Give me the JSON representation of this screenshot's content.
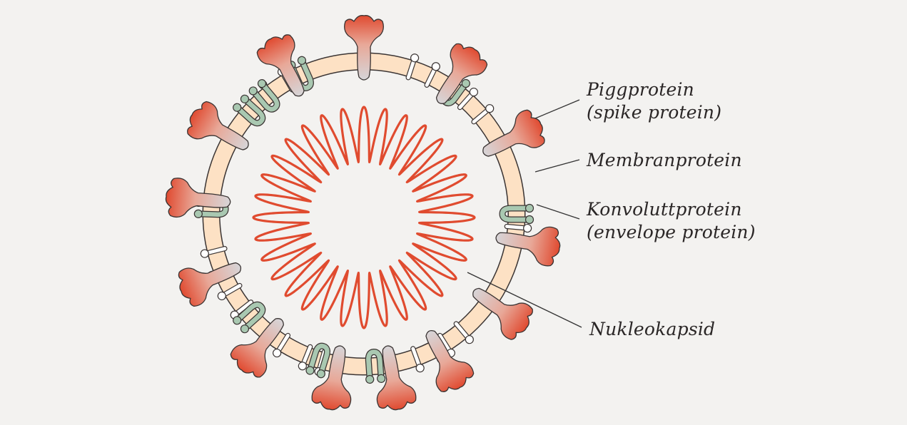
{
  "colors": {
    "background": "#f3f2f0",
    "membrane": "#fde1c4",
    "outline": "#3a3433",
    "nucleocapsid": "#e04b2f",
    "membrane_protein": "#a9c8b1",
    "envelope_protein": "#ffffff",
    "spike_tip": "#e04a30",
    "spike_stem": "#d6d5d8",
    "leader_line": "#333333"
  },
  "labels": {
    "spike": {
      "line1": "Piggprotein",
      "line2": "(spike protein)"
    },
    "membrane": {
      "line1": "Membranprotein"
    },
    "envelope": {
      "line1": "Konvoluttprotein",
      "line2": "(envelope protein)"
    },
    "nucleocapsid": {
      "line1": "Nukleokapsid"
    }
  },
  "structure": {
    "nucleocapsid_petals": 32,
    "spike_count": 13,
    "membrane_protein_count": 9,
    "envelope_protein_count": 20
  }
}
